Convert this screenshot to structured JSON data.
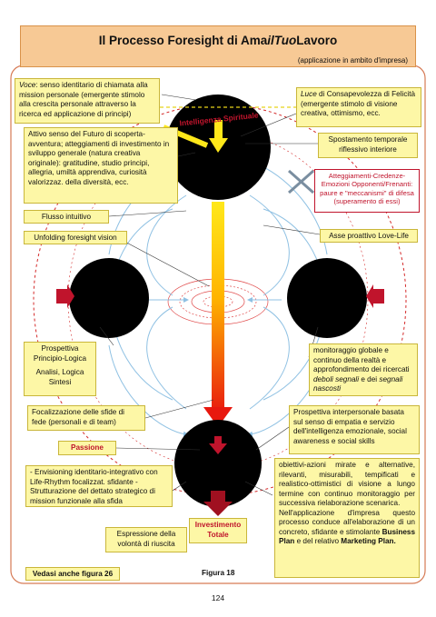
{
  "header": {
    "title_pre": "Il Processo Foresight di Ama",
    "title_italic": "ilTuo",
    "title_post": "Lavoro",
    "subtitle": "(applicazione in ambito d'impresa)"
  },
  "top_circle_label": "Intelligenza Spirituale",
  "boxes": {
    "voce_italic": "Voce",
    "voce_text": ": senso identitario di chiamata alla mission personale (emergente stimolo alla crescita personale attraverso la ricerca ed applicazione di principi)",
    "luce_italic": "Luce",
    "luce_text": " di Consapevolezza di Felicità (emergente stimolo di visione creativa, ottimismo, ecc.",
    "attivo": "Attivo senso del Futuro di scoperta-avventura; atteggiamenti di investimento in sviluppo generale (natura creativa originale): gratitudine, studio principi, allegria, umiltà apprendiva, curiosità valorizzaz. della diversità, ecc.",
    "spostamento": "Spostamento temporale riflessivo interiore",
    "atteggiamenti": "Atteggiamenti-Credenze-Emozioni Opponenti/Frenanti: paure e \"meccanismi\" di difesa (superamento di essi)",
    "flusso": "Flusso intuitivo",
    "unfolding": "Unfolding foresight vision",
    "asse": "Asse proattivo Love-Life",
    "prospettiva_l1": "Prospettiva Principio-Logica",
    "prospettiva_l2": "Analisi, Logica Sintesi",
    "monitoraggio_a": "monitoraggio globale e continuo della realtà e approfondimento dei ricercati ",
    "monitoraggio_b": "deboli segnali",
    "monitoraggio_c": " e dei ",
    "monitoraggio_d": "segnali nascosti",
    "focalizzazione": "Focalizzazione delle sfide di fede (personali e di team)",
    "interpersonale": "Prospettiva interpersonale basata sul senso di empatia e servizio dell'intelligenza emozionale, social awareness e social skills",
    "passione": "Passione",
    "envisioning": "- Envisioning identitario-integrativo con Life-Rhythm focalizzat. sfidante - Strutturazione del dettato strategico di mission funzionale alla sfida",
    "obiettivi_a": "obiettivi-azioni mirate e alternative, rilevanti, misurabili, tempificati e realistico-ottimistici di visione a lungo termine con continuo monitoraggio per successiva rielaborazione scenarica.",
    "obiettivi_b": "Nell'applicazione d'impresa questo processo conduce all'elaborazione di un concreto, sfidante e stimolante ",
    "obiettivi_c": "Business Plan",
    "obiettivi_d": " e del relativo ",
    "obiettivi_e": "Marketing Plan.",
    "espressione": "Espressione della volontà di riuscita",
    "investimento": "Investimento Totale",
    "vedasi": "Vedasi anche figura 26"
  },
  "figure_caption": "Figura 18",
  "page_number": "124",
  "colors": {
    "title_bg": "#f7c995",
    "box_bg": "#fdf7a6",
    "accent_red": "#c0142c",
    "flow_blue": "#8fc1e3"
  }
}
